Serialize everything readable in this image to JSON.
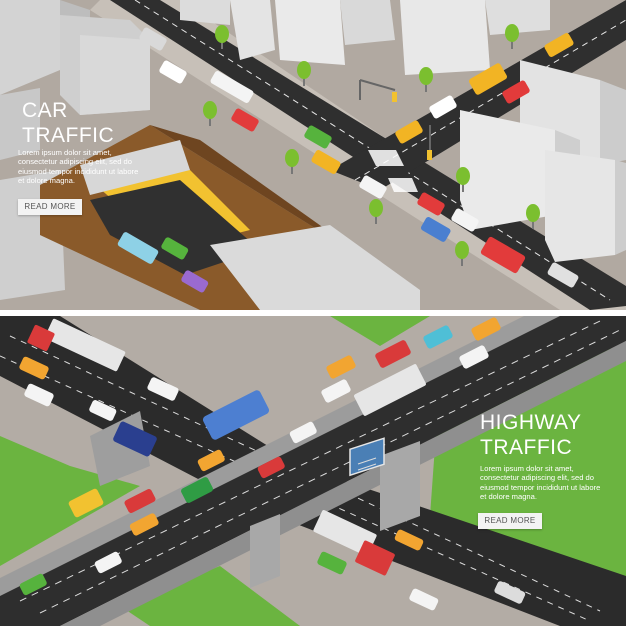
{
  "top_banner": {
    "title_line1": "CAR",
    "title_line2": "TRAFFIC",
    "body_lines": [
      "Lorem ipsum dolor sit amet,",
      "consectetur adipiscing elit, sed do",
      "eiusmod tempor incididunt ut labore",
      "et dolore magna."
    ],
    "button_label": "READ MORE"
  },
  "bottom_banner": {
    "title_line1": "HIGHWAY",
    "title_line2": "TRAFFIC",
    "body_lines": [
      "Lorem ipsum dolor sit amet,",
      "consectetur adipiscing elit, sed do",
      "eiusmod tempor incididunt ut labore",
      "et dolore magna."
    ],
    "button_label": "READ MORE"
  },
  "colors": {
    "road": "#2e2e2e",
    "ground": "#a79f97",
    "grass": "#6bb440",
    "building": "#e6e6e6",
    "tunnel_yellow": "#f2c230",
    "highway_sign": "#4a7fb5"
  }
}
